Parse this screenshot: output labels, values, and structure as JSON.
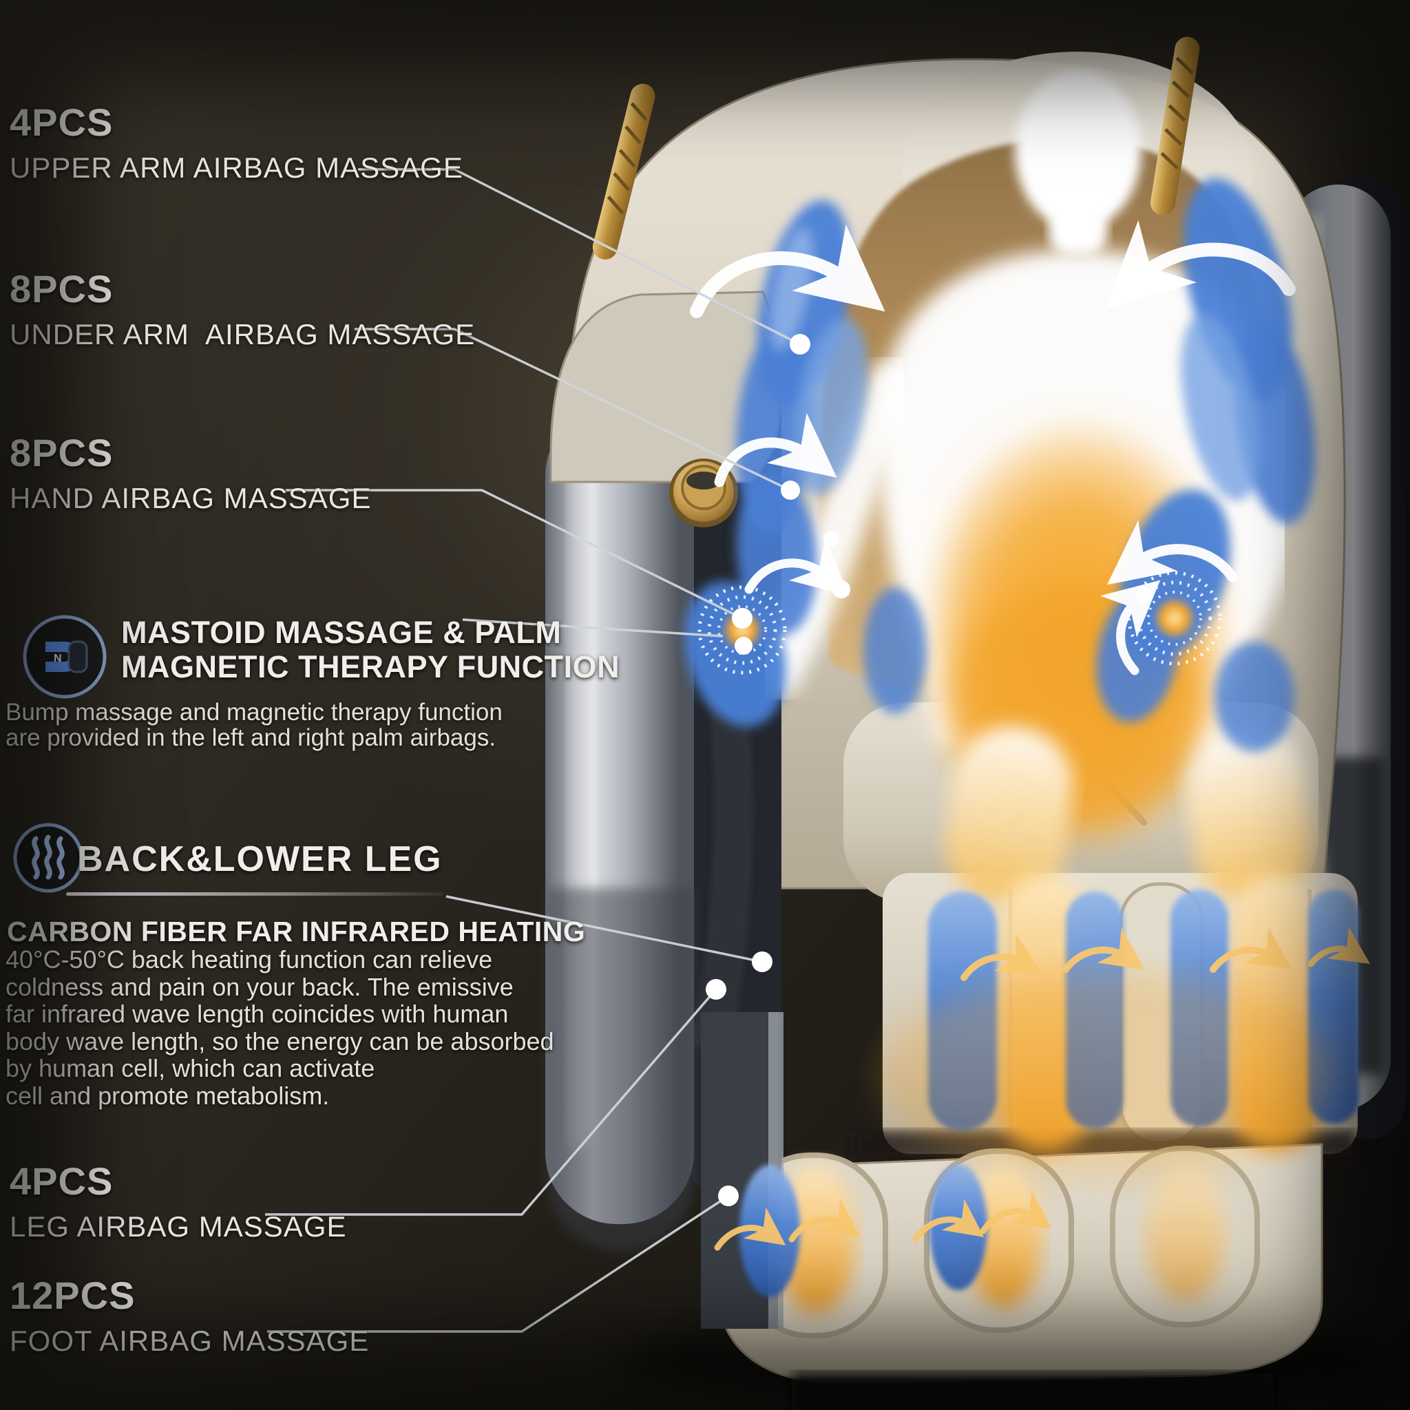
{
  "page": {
    "description": "Massage chair airbag and heating feature infographic",
    "background_color": "#2c2821"
  },
  "callouts": {
    "upper_arm": {
      "count": "4PCS",
      "label": "UPPER ARM AIRBAG MASSAGE"
    },
    "under_arm": {
      "count": "8PCS",
      "label": "UNDER ARM  AIRBAG MASSAGE"
    },
    "hand": {
      "count": "8PCS",
      "label": "HAND AIRBAG MASSAGE"
    },
    "leg": {
      "count": "4PCS",
      "label": "LEG AIRBAG MASSAGE"
    },
    "foot": {
      "count": "12PCS",
      "label": "FOOT AIRBAG MASSAGE"
    }
  },
  "mastoid_section": {
    "icon": "magnet-icon",
    "title": "MASTOID MASSAGE & PALM\nMAGNETIC THERAPY FUNCTION",
    "body": "Bump massage and magnetic therapy function\nare provided in the left and right palm airbags."
  },
  "heating_section": {
    "icon": "heat-waves-icon",
    "title": "BACK&LOWER LEG",
    "subtitle": "CARBON FIBER FAR INFRARED HEATING",
    "body": "40°C-50°C back heating function can relieve\ncoldness and pain on your back. The emissive\nfar infrared wave length coincides with human\nbody wave length, so the energy can be absorbed\nby human cell, which can activate\ncell and promote metabolism."
  },
  "colors": {
    "airbag_blue": "#4a80d6",
    "heat_orange": "#f2a42c",
    "leader_line": "#d0d4da",
    "gold": "#c9a254",
    "cream": "#d6cfc0",
    "text": "#efeeea"
  }
}
